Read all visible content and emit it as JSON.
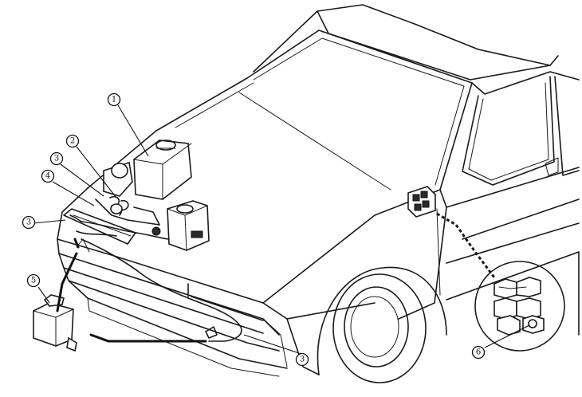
{
  "callouts": [
    {
      "id": "callout-1",
      "label": "1"
    },
    {
      "id": "callout-2",
      "label": "2"
    },
    {
      "id": "callout-3a",
      "label": "3"
    },
    {
      "id": "callout-4",
      "label": "4"
    },
    {
      "id": "callout-3b",
      "label": "3"
    },
    {
      "id": "callout-5",
      "label": "5"
    },
    {
      "id": "callout-3c",
      "label": "3"
    },
    {
      "id": "callout-6",
      "label": "6"
    }
  ]
}
